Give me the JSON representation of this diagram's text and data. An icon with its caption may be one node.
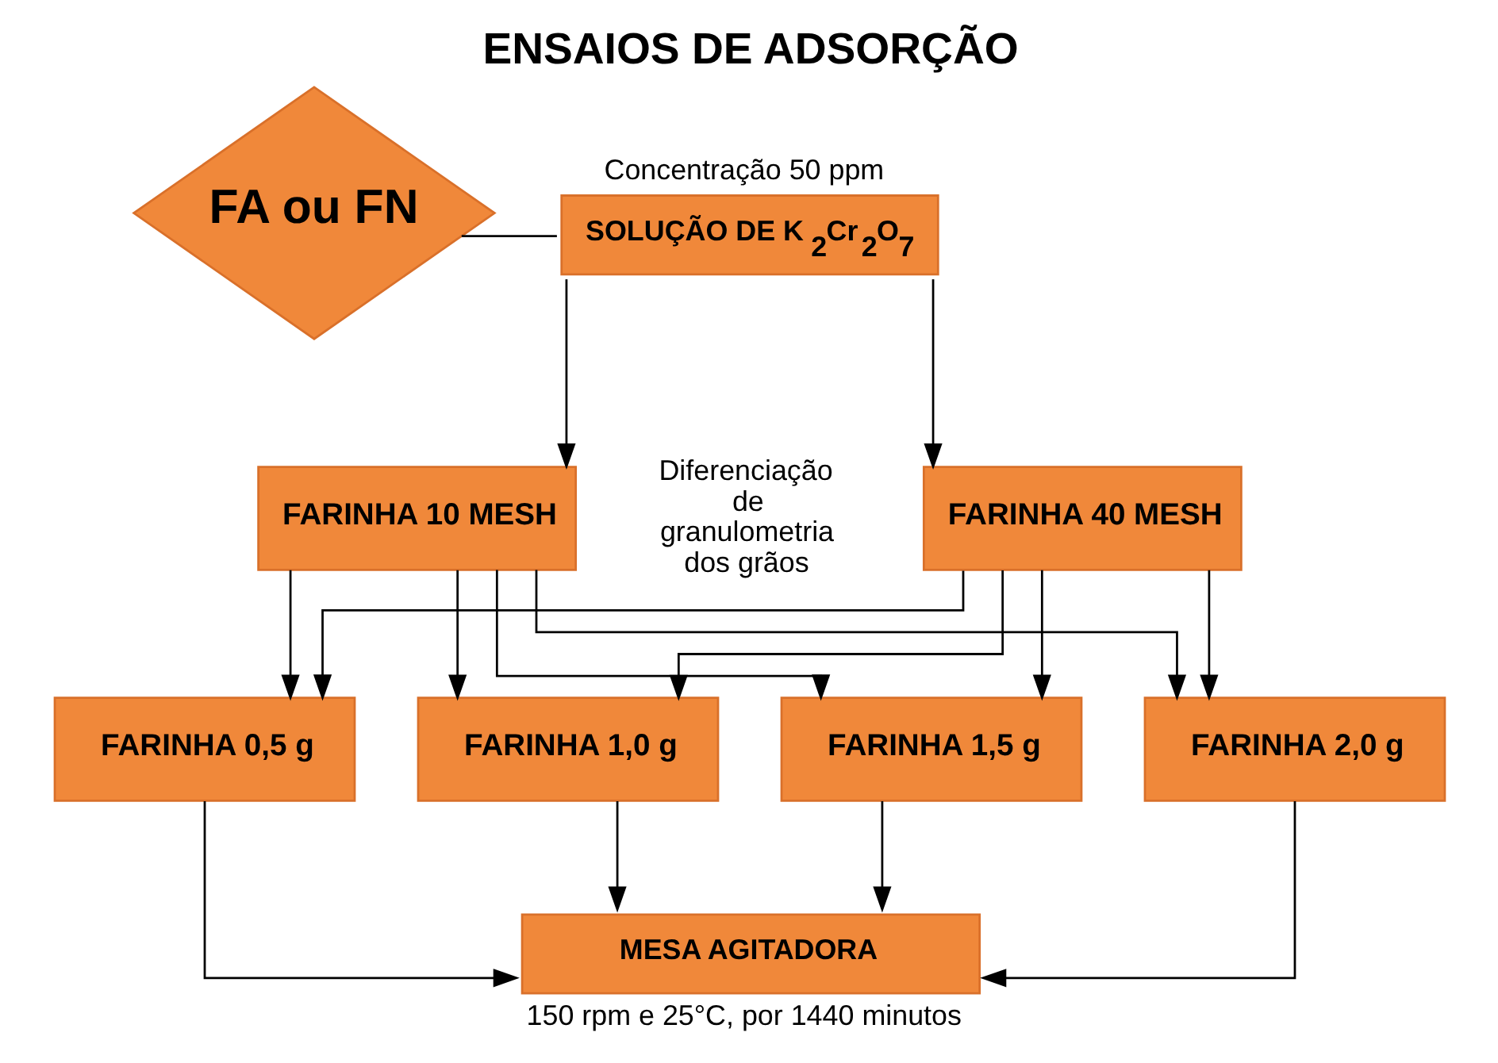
{
  "diagram": {
    "title": "ENSAIOS DE ADSORÇÃO",
    "nodes": [
      {
        "text": [
          "FA ou FN"
        ]
      },
      {
        "text": [
          "SOLUÇÃO DE K$_{2}$Cr$_{2}$O$_{7}$"
        ],
        "beside": [
          "Concentração 50 ppm"
        ]
      },
      {
        "text": [
          "FARINHA 10 MESH"
        ]
      },
      {
        "text": [
          "FARINHA 40 MESH"
        ]
      },
      {
        "text": [
          "FARINHA 0,5 g"
        ]
      },
      {
        "text": [
          "FARINHA 1,0 g"
        ]
      },
      {
        "text": [
          "FARINHA 1,5 g"
        ]
      },
      {
        "text": [
          "FARINHA 2,0 g"
        ]
      },
      {
        "text": [
          "MESA AGITADORA"
        ],
        "beside": [
          "150 rpm e 25°C, por 1440 minutos"
        ]
      }
    ],
    "edges": [
      {
        "from": 0,
        "to": 1,
        "arrow": "none"
      },
      {
        "from": 1,
        "to": 2,
        "arrow": "to"
      },
      {
        "from": 1,
        "to": 3,
        "arrow": "to"
      },
      {
        "from": 2,
        "to": 4,
        "arrow": "to"
      },
      {
        "from": 2,
        "to": 5,
        "arrow": "to"
      },
      {
        "from": 2,
        "to": 6,
        "arrow": "to"
      },
      {
        "from": 2,
        "to": 7,
        "arrow": "to"
      },
      {
        "from": 3,
        "to": 4,
        "arrow": "to"
      },
      {
        "from": 3,
        "to": 5,
        "arrow": "to"
      },
      {
        "from": 3,
        "to": 6,
        "arrow": "to"
      },
      {
        "from": 3,
        "to": 7,
        "arrow": "to"
      },
      {
        "from": 4,
        "to": 8,
        "arrow": "to"
      },
      {
        "from": 5,
        "to": 8,
        "arrow": "to"
      },
      {
        "from": 6,
        "to": 8,
        "arrow": "to"
      },
      {
        "from": 7,
        "to": 8,
        "arrow": "to"
      }
    ],
    "labels": [
      "Diferenciação de granulometria dos grãos"
    ]
  }
}
